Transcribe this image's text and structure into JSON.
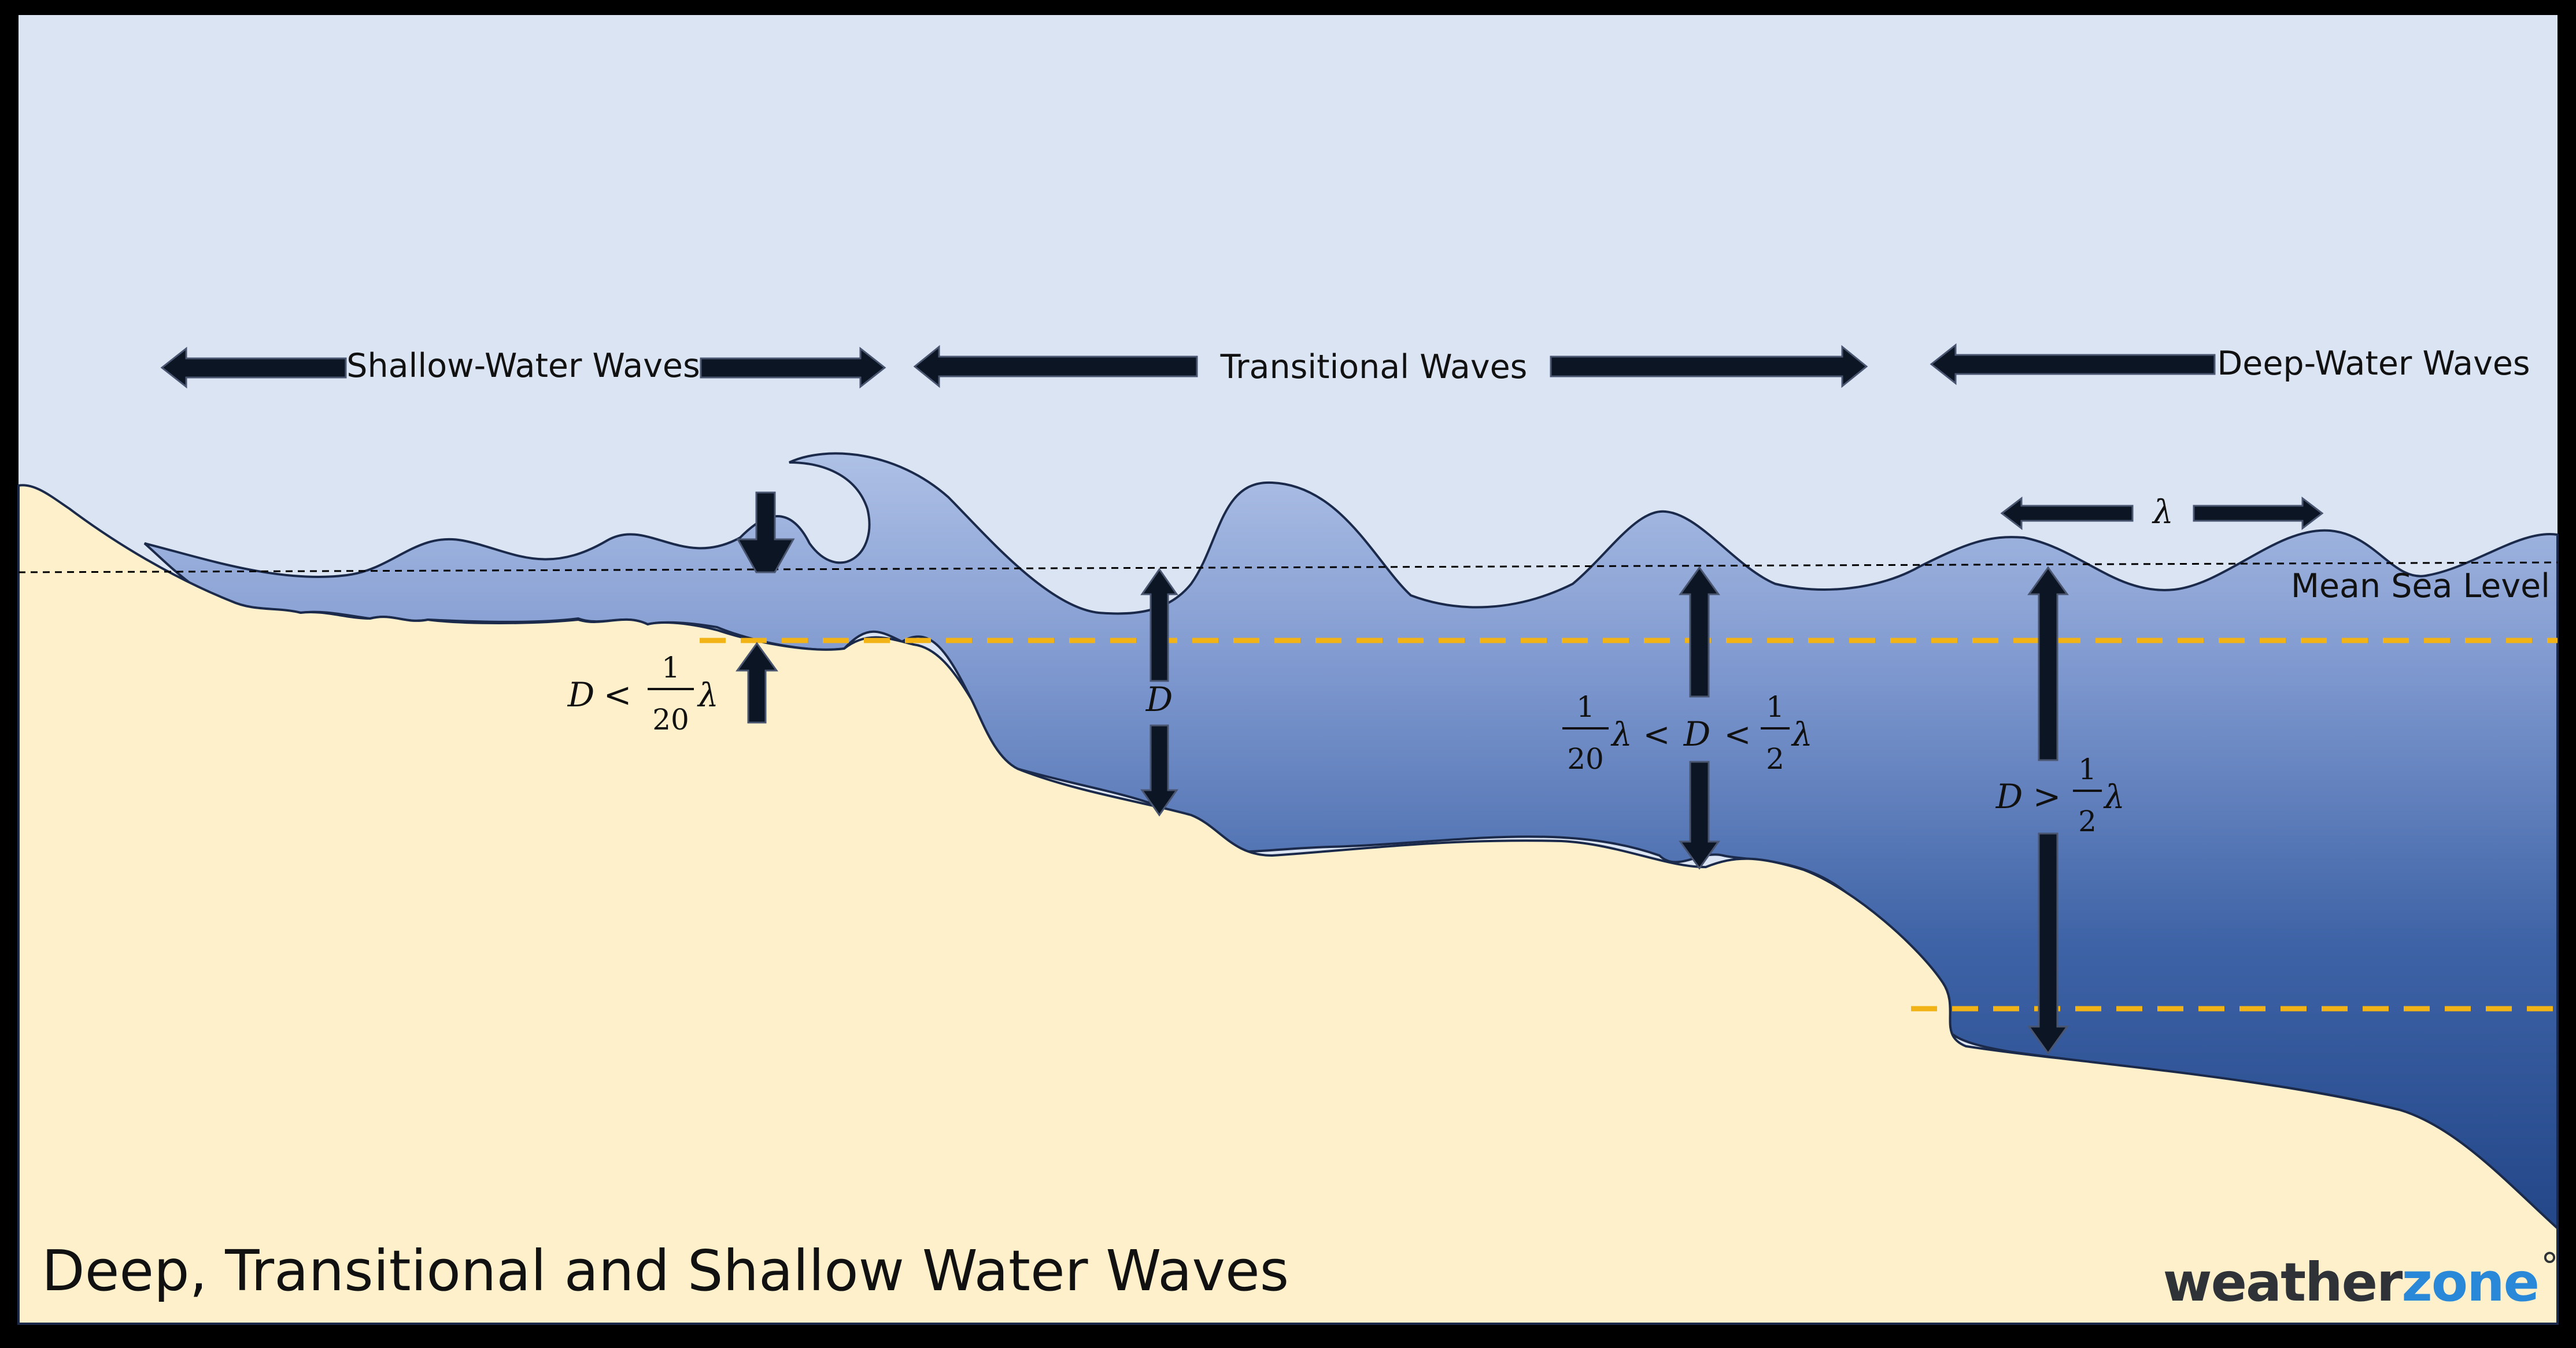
{
  "labels": {
    "shallow": "Shallow-Water Waves",
    "transitional": "Transitional Waves",
    "deep": "Deep-Water Waves",
    "msl": "Mean Sea Level"
  },
  "formulas": {
    "shallow": {
      "lhs": "D",
      "op": "<",
      "num": "1",
      "den": "20",
      "lambda": "λ"
    },
    "transitional": {
      "num1": "1",
      "den1": "20",
      "lambda1": "λ",
      "op1": "<",
      "mid": "D",
      "op2": "<",
      "num2": "1",
      "den2": "2",
      "lambda2": "λ"
    },
    "transitional_depth": "D",
    "deep": {
      "lhs": "D",
      "op": ">",
      "num": "1",
      "den": "2",
      "lambda": "λ"
    },
    "wavelength": "λ"
  },
  "title": "Deep, Transitional and Shallow Water Waves",
  "brand": {
    "part1": "weather",
    "part2": "zone",
    "mark": "°"
  },
  "colors": {
    "sky": "#dbe4f3",
    "sand": "#fdf0cb",
    "water_top": "#a9bde4",
    "water_deep": "#2c4f91",
    "dash": "#f2b316",
    "brand_accent": "#2a88d8"
  }
}
